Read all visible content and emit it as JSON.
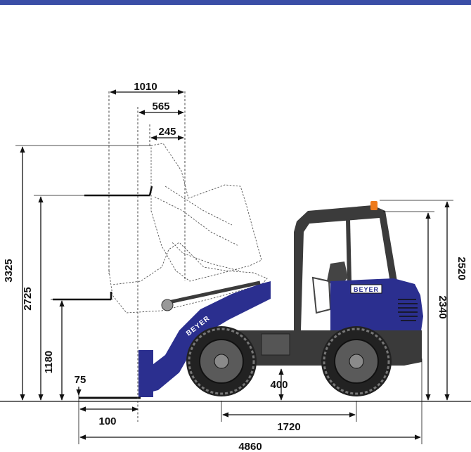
{
  "colors": {
    "header_bar": "#3a4ea6",
    "machine_blue": "#2b2f8f",
    "machine_dark": "#333333",
    "beacon": "#ee7a1a"
  },
  "brand": {
    "logo_text": "BEYER"
  },
  "dimensions": {
    "fork_reach_max": "1010",
    "fork_reach_mid": "565",
    "fork_reach_top": "245",
    "lift_height_max": "3325",
    "fork_height_top": "2725",
    "fork_height_mid": "1180",
    "fork_low": "75",
    "fork_ground_reach": "100",
    "ground_clearance": "400",
    "wheelbase": "1720",
    "overall_length": "4860",
    "cab_height": "2340",
    "beacon_height": "2520"
  }
}
